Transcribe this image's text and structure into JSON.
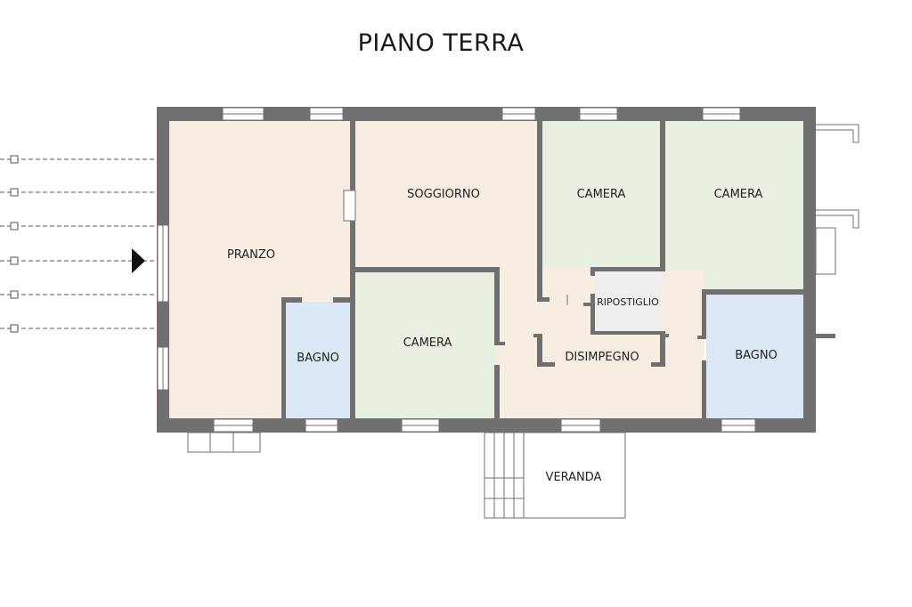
{
  "title": "PIANO TERRA",
  "rooms": {
    "pranzo": "PRANZO",
    "soggiorno": "SOGGIORNO",
    "camera_1": "CAMERA",
    "camera_2": "CAMERA",
    "camera_3": "CAMERA",
    "bagno_1": "BAGNO",
    "bagno_2": "BAGNO",
    "ripostiglio": "RIPOSTIGLIO",
    "disimpegno": "DISIMPEGNO",
    "veranda": "VERANDA"
  },
  "colors": {
    "beige": "#f7ede2",
    "green": "#eaf0e1",
    "blue": "#dbe9f6",
    "grey": "#eeeeee",
    "wall": "#707070"
  }
}
